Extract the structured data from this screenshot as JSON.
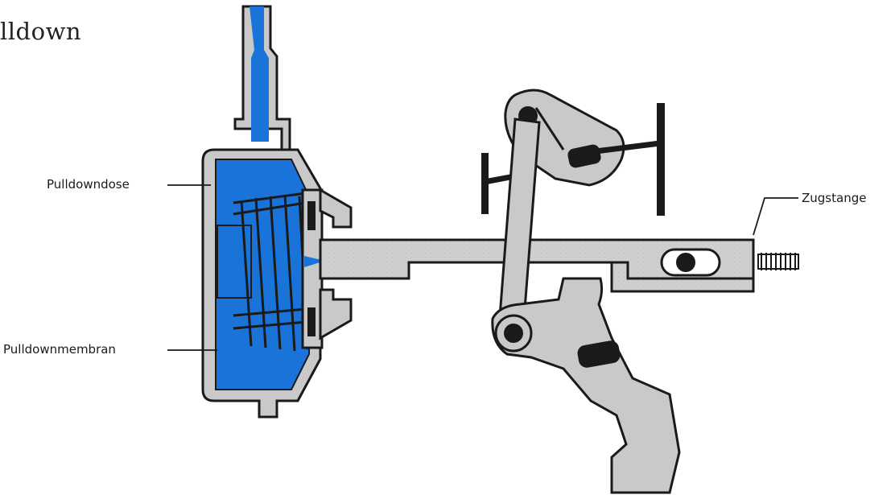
{
  "heading": "lldown",
  "labels": {
    "pulldown_dose": "Pulldowndose",
    "pulldown_membran": "Pulldownmembran",
    "zugstange": "Zugstange"
  },
  "colors": {
    "fluid_blue": "#1a73d9",
    "metal_gray": "#c9c9c9",
    "outline": "#1a1a1a"
  }
}
